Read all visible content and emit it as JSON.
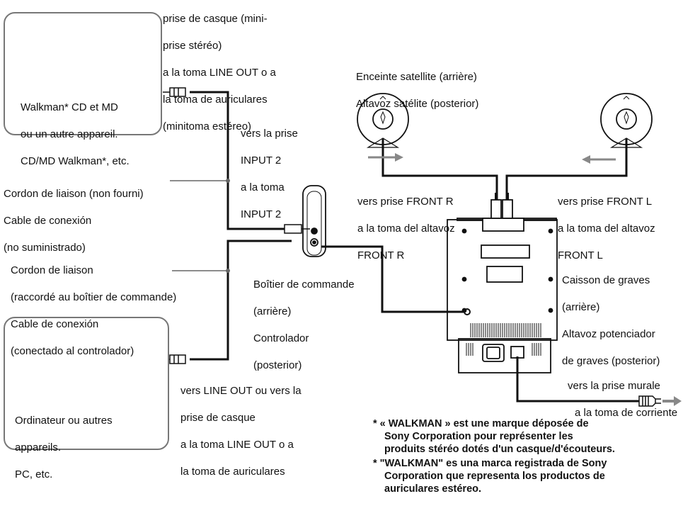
{
  "walkman_box": {
    "label": [
      "Walkman* CD et MD",
      "ou un autre appareil.",
      "CD/MD Walkman*, etc."
    ]
  },
  "computer_box": {
    "label": [
      "Ordinateur ou autres",
      "appareils.",
      "PC, etc."
    ]
  },
  "labels": {
    "headphone_jack": [
      "prise de casque (mini-",
      "prise stéréo)",
      "a la toma LINE OUT o a",
      "la toma de auriculares",
      "(minitoma estéreo)"
    ],
    "input2": [
      "vers la prise",
      "INPUT 2",
      "a la toma",
      "INPUT 2"
    ],
    "cord_not_supplied": [
      "Cordon de liaison (non fourni)",
      "Cable de conexión",
      "(no suministrado)"
    ],
    "cord_connected": [
      "Cordon de liaison",
      "(raccordé au boîtier de commande)",
      "Cable de conexión",
      "(conectado al controlador)"
    ],
    "control_box": [
      "Boîtier de commande",
      "(arrière)",
      "Controlador",
      "(posterior)"
    ],
    "line_out": [
      "vers LINE OUT ou vers la",
      "prise de casque",
      "a la toma LINE OUT o a",
      "la toma de auriculares"
    ],
    "satellite": [
      "Enceinte satellite (arrière)",
      "Altavoz satélite (posterior)"
    ],
    "front_r": [
      "vers prise FRONT R",
      "a la toma del altavoz",
      "FRONT R"
    ],
    "front_l": [
      "vers prise FRONT L",
      "a la toma del altavoz",
      "FRONT L"
    ],
    "subwoofer": [
      "Caisson de graves",
      "(arrière)",
      "Altavoz potenciador",
      "de graves (posterior)"
    ],
    "wall_outlet": [
      "vers la prise murale",
      "a la toma de corriente"
    ]
  },
  "footnotes": [
    [
      "* « WALKMAN » est une marque déposée de",
      "Sony Corporation pour représenter les",
      "produits stéréo dotés d'un casque/d'écouteurs."
    ],
    [
      "* \"WALKMAN\" es una marca registrada de Sony",
      "Corporation que  representa los productos de",
      "auriculares estéreo."
    ]
  ]
}
